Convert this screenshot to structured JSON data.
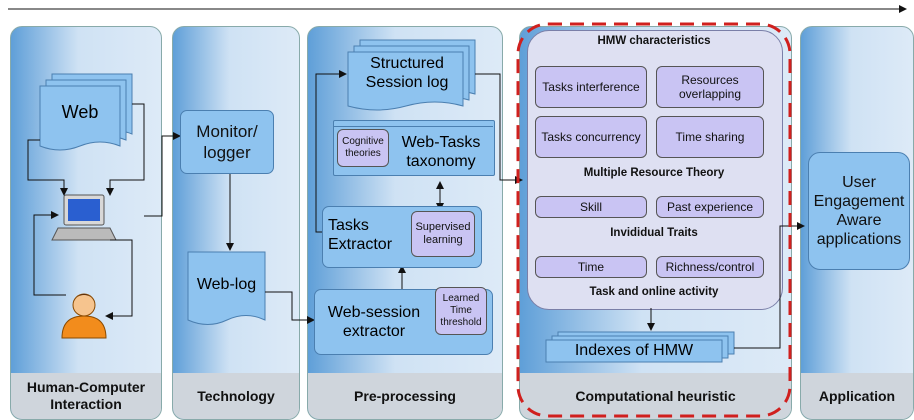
{
  "columns": {
    "hci": "Human-Computer Interaction",
    "technology": "Technology",
    "preprocessing": "Pre-processing",
    "computational": "Computational heuristic",
    "application": "Application"
  },
  "hci": {
    "web": "Web"
  },
  "technology": {
    "monitor": "Monitor/ logger",
    "weblog": "Web-log"
  },
  "preprocessing": {
    "structured_log": "Structured Session log",
    "cognitive": "Cognitive theories",
    "taxonomy": "Web-Tasks taxonomy",
    "tasks_extractor": "Tasks Extractor",
    "supervised": "Supervised learning",
    "session_extractor": "Web-session extractor",
    "threshold": "Learned Time threshold"
  },
  "heuristic": {
    "title": "HMW characteristics",
    "interference": "Tasks interference",
    "overlapping": "Resources overlapping",
    "concurrency": "Tasks concurrency",
    "time_sharing": "Time sharing",
    "mrt": "Multiple Resource Theory",
    "skill": "Skill",
    "past_experience": "Past experience",
    "traits": "Invididual Traits",
    "time": "Time",
    "richness": "Richness/control",
    "task_activity": "Task and online activity",
    "indexes": "Indexes of HMW"
  },
  "application": {
    "box": "User Engagement Aware applications"
  },
  "colors": {
    "column_dark": "#5f9fd8",
    "box_blue": "#8ec3ef",
    "trait_purple": "#c9c4f3",
    "dashed_red": "#d0201e"
  }
}
